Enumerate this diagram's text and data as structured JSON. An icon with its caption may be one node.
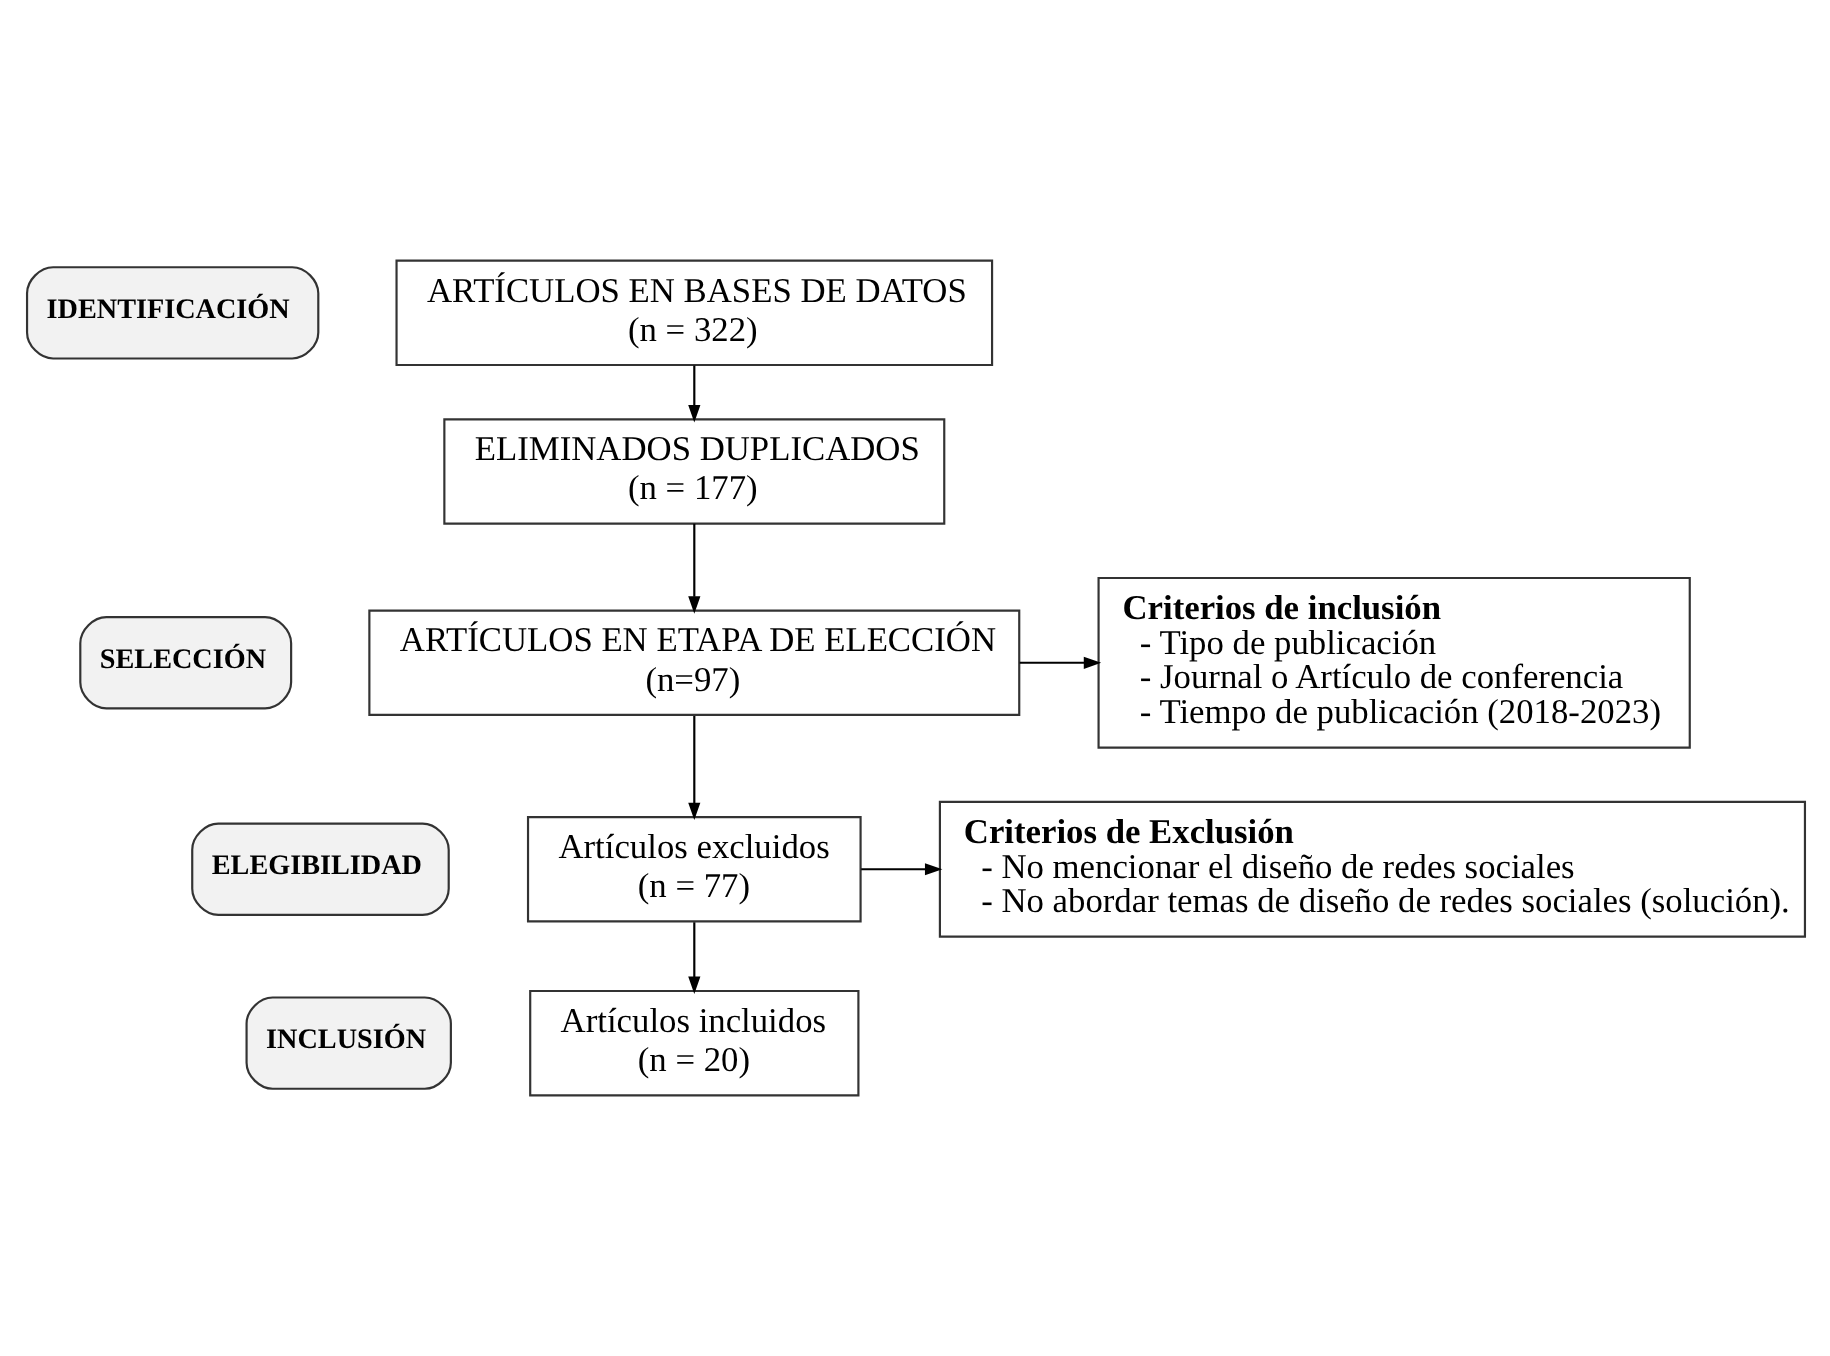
{
  "diagram": {
    "nodes": [
      {
        "text": [
          "IDENTIFICACIÓN"
        ]
      },
      {
        "text": [
          "SELECCIÓN"
        ]
      },
      {
        "text": [
          "ELEGIBILIDAD"
        ]
      },
      {
        "text": [
          "INCLUSIÓN"
        ]
      },
      {
        "text": [
          "ARTÍCULOS EN BASES DE DATOS",
          "(n = 322)"
        ]
      },
      {
        "text": [
          "ELIMINADOS DUPLICADOS",
          "(n = 177)"
        ]
      },
      {
        "text": [
          "ARTÍCULOS EN ETAPA DE ELECCIÓN",
          "(n=97)"
        ]
      },
      {
        "text": [
          "Criterios de inclusión",
          "- Tipo de publicación",
          "- Journal o Artículo de conferencia",
          "- Tiempo de publicación (2018-2023)"
        ]
      },
      {
        "text": [
          "Artículos excluidos",
          "(n = 77)"
        ]
      },
      {
        "text": [
          "Criterios de Exclusión",
          "- No mencionar el diseño de redes sociales",
          "- No abordar temas de diseño de redes sociales (solución)."
        ]
      },
      {
        "text": [
          "Artículos incluidos",
          "(n = 20)"
        ]
      }
    ],
    "edges": [
      {
        "from": 4,
        "to": 5,
        "arrow": "to"
      },
      {
        "from": 5,
        "to": 6,
        "arrow": "to"
      },
      {
        "from": 6,
        "to": 7,
        "arrow": "to"
      },
      {
        "from": 6,
        "to": 8,
        "arrow": "to"
      },
      {
        "from": 8,
        "to": 9,
        "arrow": "to"
      },
      {
        "from": 8,
        "to": 10,
        "arrow": "to"
      }
    ]
  }
}
